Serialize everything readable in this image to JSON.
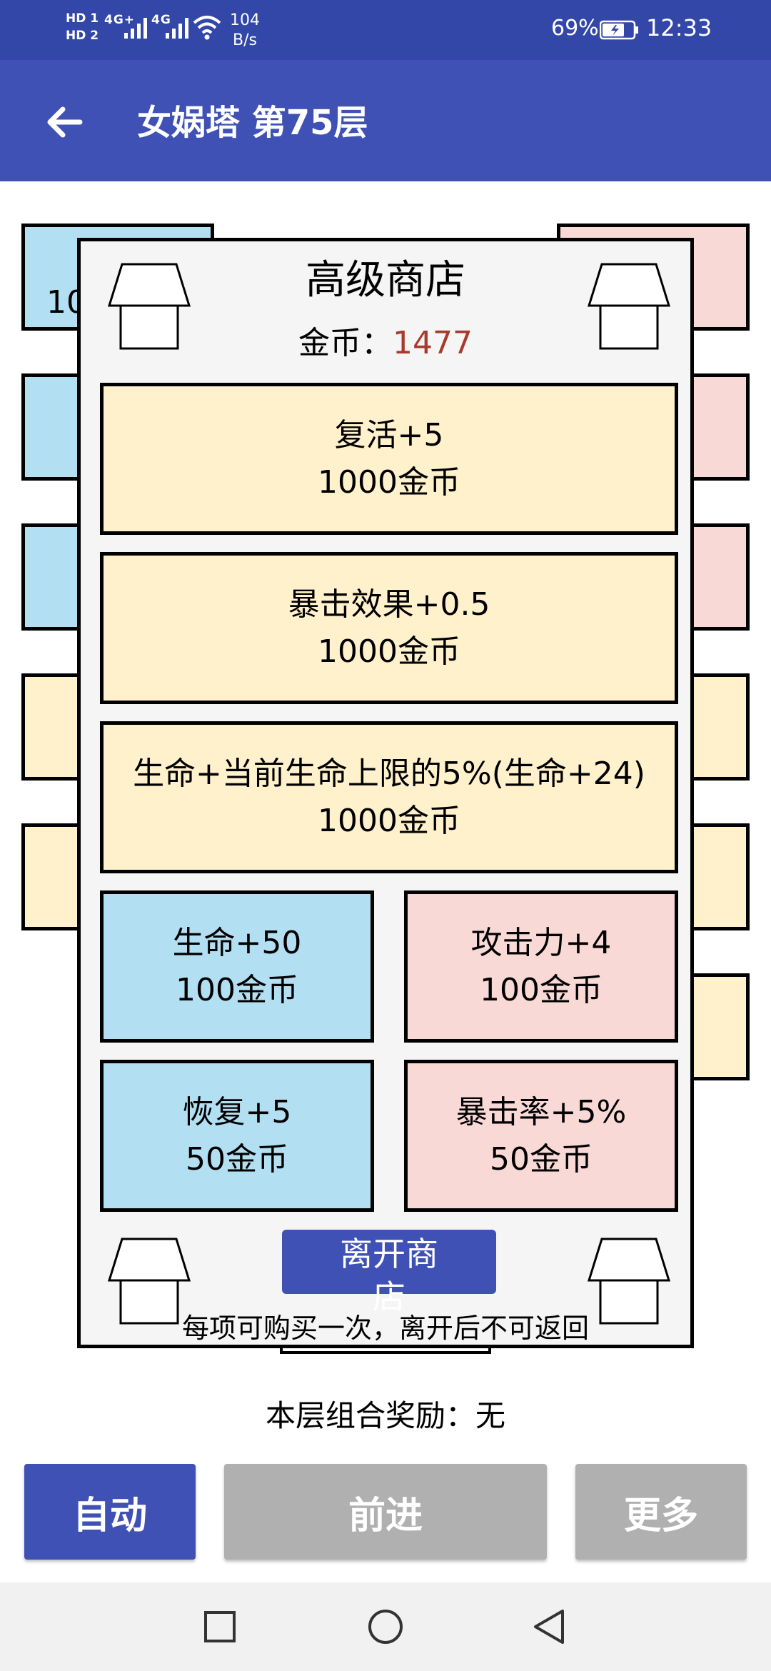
{
  "status_bar": {
    "hd1": "HD 1",
    "hd2": "HD 2",
    "network1": "4G+",
    "network2": "4G",
    "speed_value": "104",
    "speed_unit": "B/s",
    "battery": "69%",
    "time": "12:33"
  },
  "app_bar": {
    "title": "女娲塔 第75层",
    "back_icon": "arrow-left-icon"
  },
  "background_tiles": {
    "blue_top_text": "10"
  },
  "shop": {
    "title": "高级商店",
    "coin_label": "金币：",
    "coin_value": "1477",
    "items": [
      {
        "name": "复活+5",
        "price": "1000金币",
        "color": "#fff1cc"
      },
      {
        "name": "暴击效果+0.5",
        "price": "1000金币",
        "color": "#fff1cc"
      },
      {
        "name": "生命+当前生命上限的5%(生命+24)",
        "price": "1000金币",
        "color": "#fff1cc"
      },
      {
        "name": "生命+50",
        "price": "100金币",
        "color": "#b3dff2"
      },
      {
        "name": "攻击力+4",
        "price": "100金币",
        "color": "#f9d9d6"
      },
      {
        "name": "恢复+5",
        "price": "50金币",
        "color": "#b3dff2"
      },
      {
        "name": "暴击率+5%",
        "price": "50金币",
        "color": "#f9d9d6"
      }
    ],
    "leave_label_line1": "离开商",
    "leave_label_line2": "店",
    "note": "每项可购买一次，离开后不可返回"
  },
  "combo_reward": "本层组合奖励：无",
  "actions": {
    "auto": "自动",
    "forward": "前进",
    "more": "更多"
  },
  "colors": {
    "primary": "#3f51b5",
    "status_bar": "#3347a8",
    "disabled": "#b0b0b0",
    "coin_value": "#a83a2d"
  }
}
